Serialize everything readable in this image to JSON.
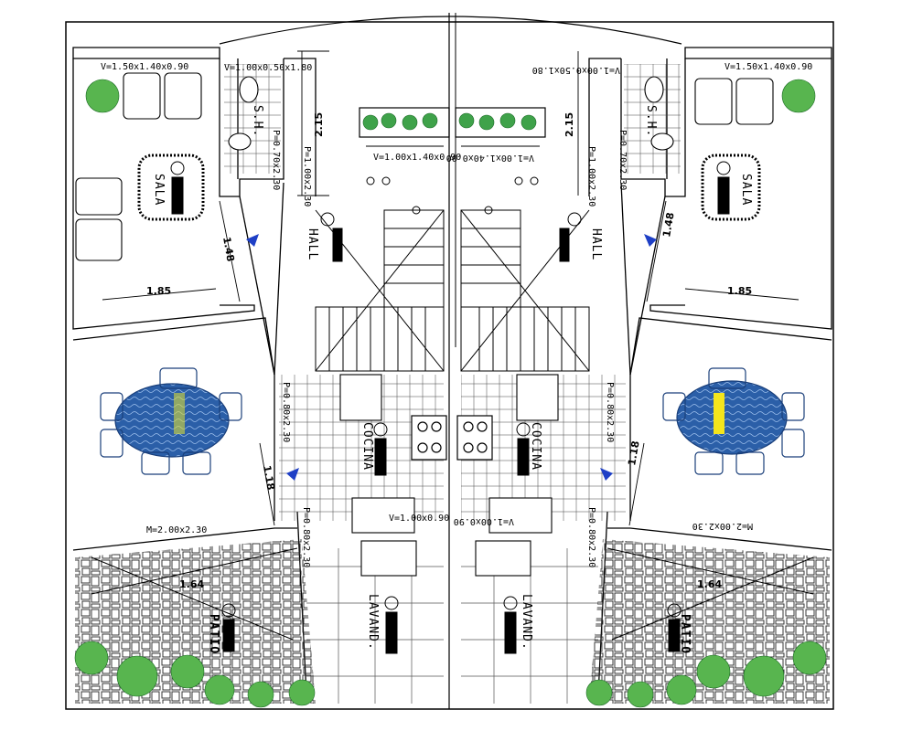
{
  "plan": {
    "rooms": {
      "sala": "SALA",
      "hall": "HALL",
      "cocina": "COCINA",
      "lavand": "LAVAND.",
      "patio": "PATIO",
      "sh": "S.H."
    },
    "windows": {
      "sala": "V=1.50x1.40x0.90",
      "bath": "V=1.00x0.50x1.80",
      "hall": "V=1.00x1.40x0.90",
      "laundry": "V=1.00x0.90"
    },
    "doors": {
      "hall": "P=1.00x2.30",
      "bath": "P=0.70x2.30",
      "kitchen": "P=0.80x2.30",
      "laundry": "P=0.80x2.30",
      "dining": "M=2.00x2.30"
    },
    "dimensions": {
      "d215": "2.15",
      "d148": "1.48",
      "d185": "1.85",
      "d118": "1.18",
      "d164": "1.64"
    }
  }
}
